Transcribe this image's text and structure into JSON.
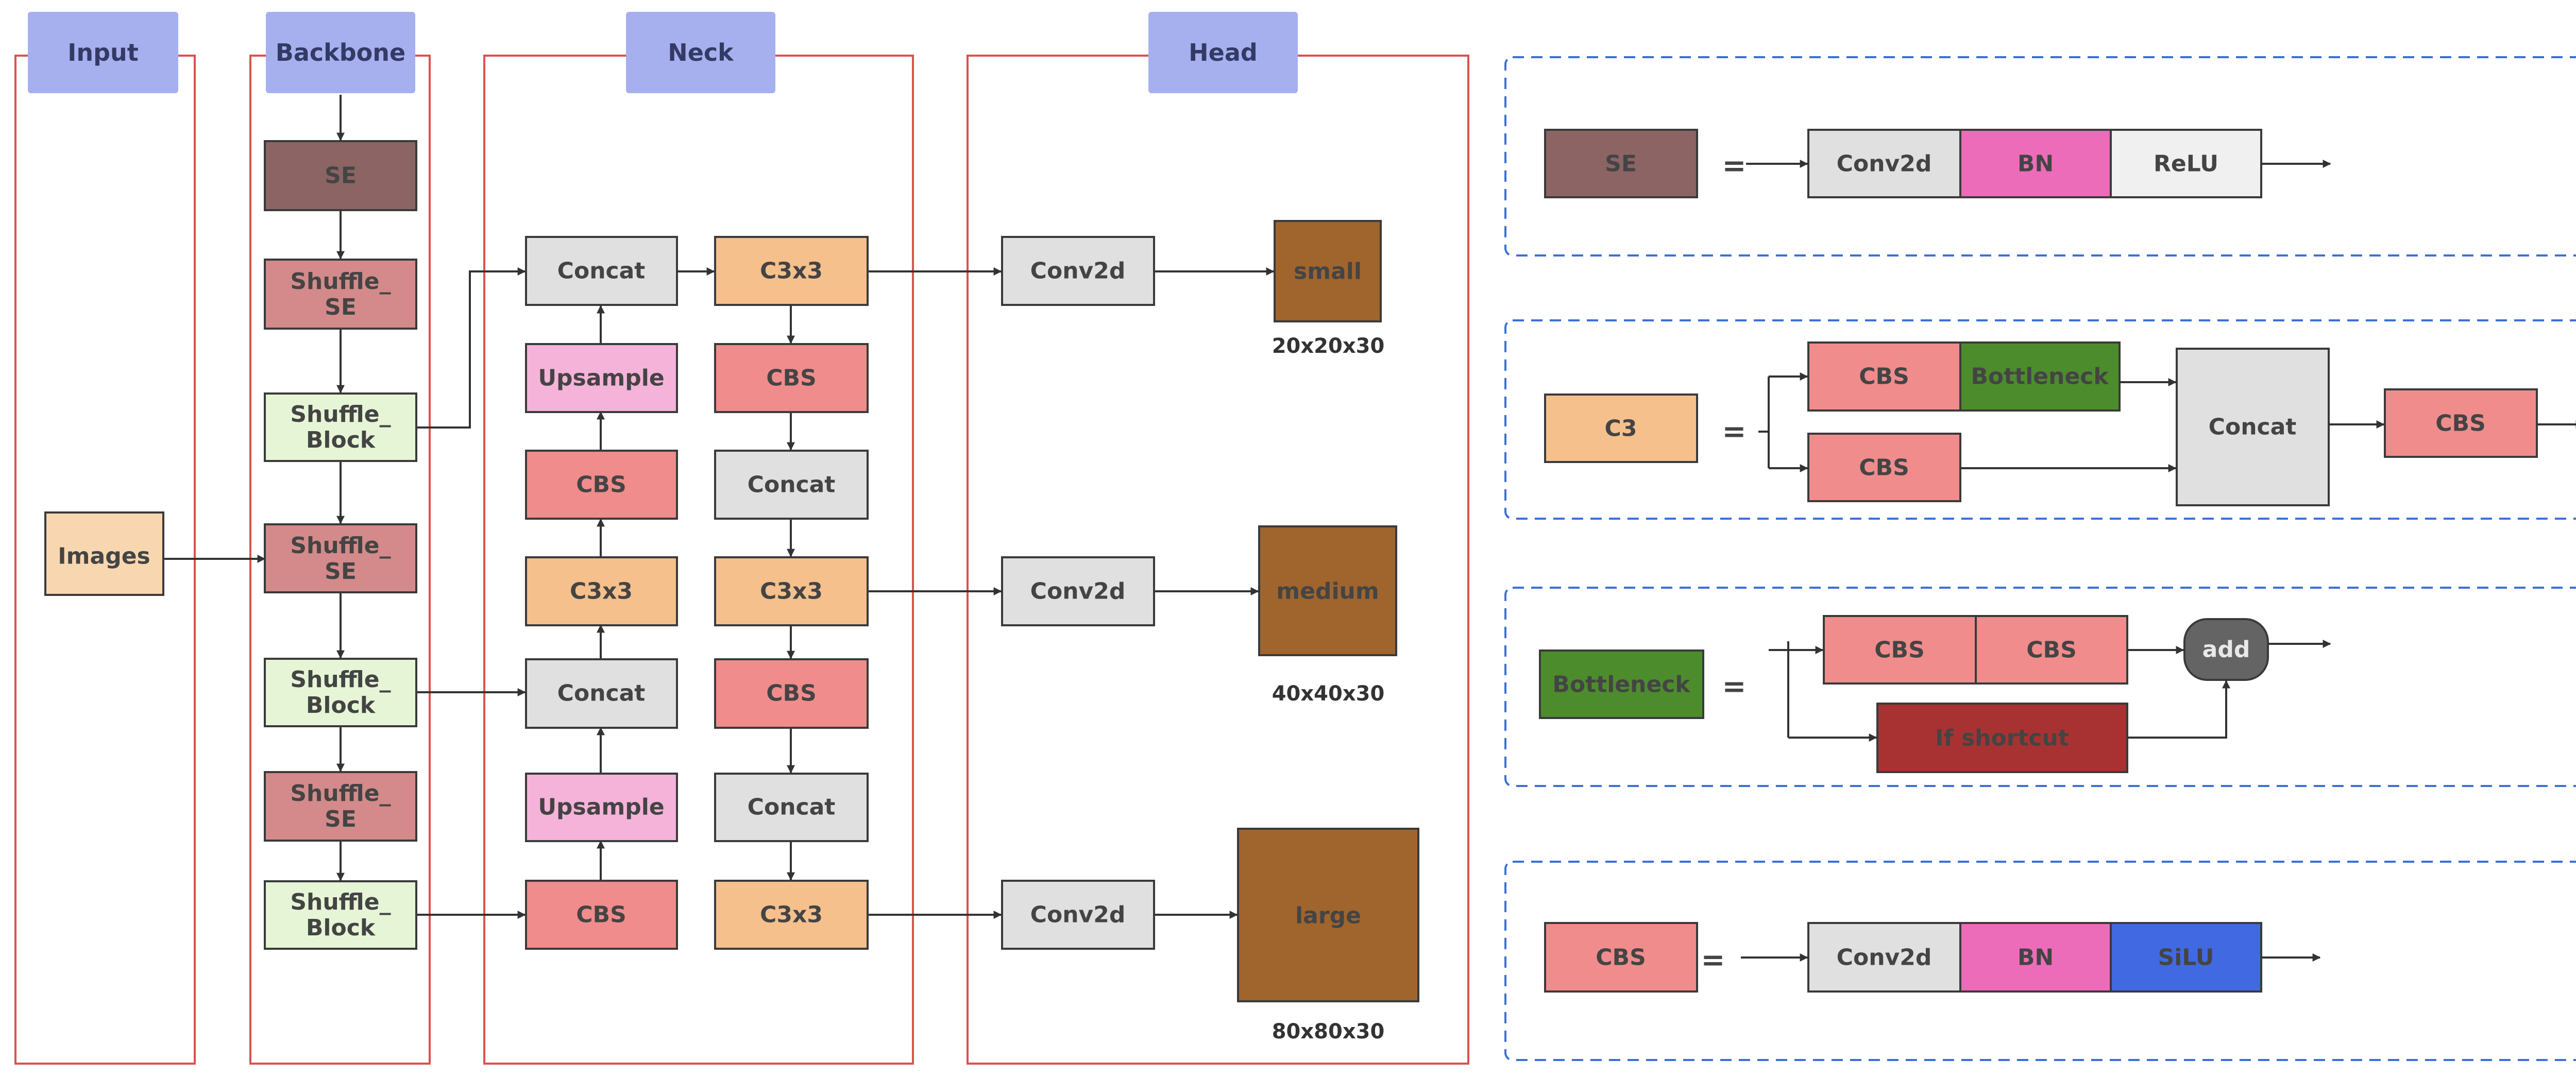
{
  "headers": {
    "input": "Input",
    "backbone": "Backbone",
    "neck": "Neck",
    "head": "Head"
  },
  "input": {
    "images": "Images"
  },
  "backbone": {
    "se": "SE",
    "shuffle_se": "Shuffle_\nSE",
    "shuffle_block": "Shuffle_\nBlock"
  },
  "neck": {
    "concat": "Concat",
    "upsample": "Upsample",
    "cbs": "CBS",
    "c3x3": "C3x3"
  },
  "head": {
    "conv2d": "Conv2d",
    "outputs": [
      {
        "label": "small",
        "dims": "20x20x30"
      },
      {
        "label": "medium",
        "dims": "40x40x30"
      },
      {
        "label": "large",
        "dims": "80x80x30"
      }
    ]
  },
  "legend": {
    "equals": "=",
    "se": {
      "name": "SE",
      "parts": [
        "Conv2d",
        "BN",
        "ReLU"
      ]
    },
    "c3": {
      "name": "C3",
      "cbs": "CBS",
      "bottleneck": "Bottleneck",
      "concat": "Concat"
    },
    "bottleneck": {
      "name": "Bottleneck",
      "cbs": "CBS",
      "add": "add",
      "shortcut": "If shortcut"
    },
    "cbs": {
      "name": "CBS",
      "parts": [
        "Conv2d",
        "BN",
        "SiLU"
      ]
    }
  },
  "colors": {
    "header": "#a7b0ee",
    "frame": "#d9534f",
    "legend_border": "#3c6fd8",
    "se": "#8c6464",
    "shuffle_se": "#d48a8a",
    "shuffle_block": "#e6f5d6",
    "images": "#f8d6b0",
    "concat": "#e0e0e0",
    "upsample": "#f5b3d9",
    "cbs": "#f08c8c",
    "c3x3": "#f5c08c",
    "output": "#a0642d",
    "bn": "#ec6cb9",
    "relu": "#f0f0f0",
    "silu": "#4169e1",
    "bottleneck": "#4d8c2d",
    "shortcut": "#a83232",
    "add": "#646464"
  }
}
